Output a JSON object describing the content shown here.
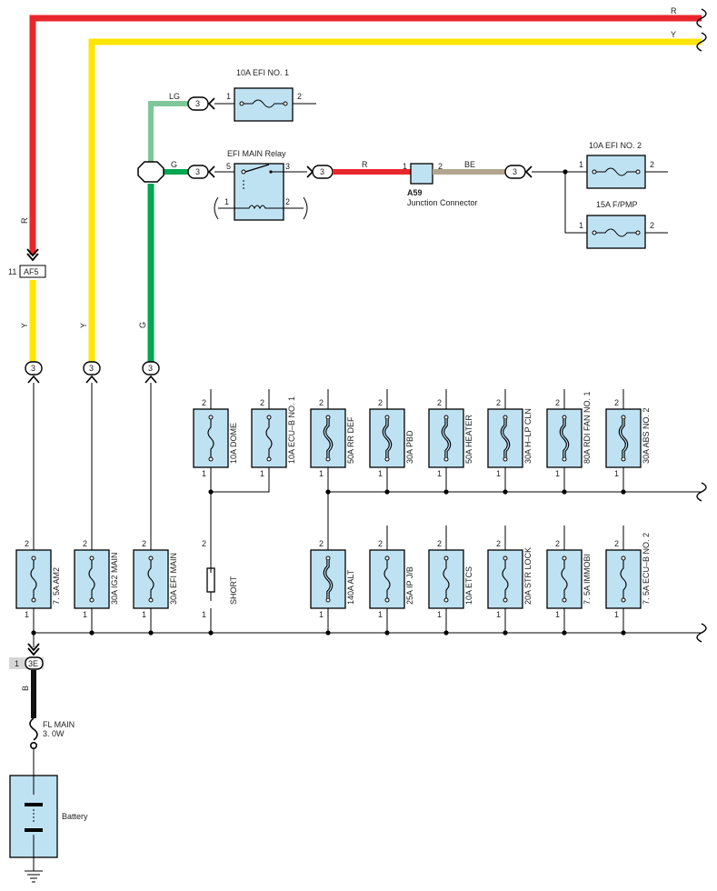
{
  "wire_colors": {
    "R": "#e8272c",
    "Y": "#ffe500",
    "LG": "#7fc79a",
    "G": "#00a651",
    "BE": "#b3a68f",
    "B": "#111111"
  },
  "wire_labels": {
    "top_R": "R",
    "top_Y": "Y",
    "left_R": "R",
    "left_Y": "Y",
    "mid_Y": "Y",
    "mid_G": "G",
    "lg": "LG",
    "g": "G",
    "relay_out": "R",
    "be": "BE",
    "ground_b": "B"
  },
  "connectors": {
    "af5_pin": "11",
    "af5": "AF5",
    "c3": "3",
    "j3e_pin": "1",
    "j3e": "3E"
  },
  "top_components": {
    "efi1": {
      "label": "10A EFI NO. 1",
      "pin1": "1",
      "pin2": "2"
    },
    "relay": {
      "label": "EFI MAIN Relay",
      "pin5": "5",
      "pin3": "3",
      "pin1": "1",
      "pin2": "2"
    },
    "a59": {
      "code": "A59",
      "name": "Junction Connector",
      "pin1": "1",
      "pin2": "2"
    },
    "efi2": {
      "label": "10A EFI NO. 2",
      "pin1": "1",
      "pin2": "2"
    },
    "fpmp": {
      "label": "15A F/PMP",
      "pin1": "1",
      "pin2": "2"
    }
  },
  "fuses_upper": [
    {
      "label": "10A DOME"
    },
    {
      "label": "10A ECU–B NO. 1"
    },
    {
      "label": "50A RR DEF"
    },
    {
      "label": "30A PBD"
    },
    {
      "label": "50A HEATER"
    },
    {
      "label": "30A H–LP CLN"
    },
    {
      "label": "80A RDI FAN NO. 1"
    },
    {
      "label": "30A ABS NO. 2"
    }
  ],
  "fuses_lower": [
    {
      "label": "7. 5A AM2"
    },
    {
      "label": "30A IG2 MAIN"
    },
    {
      "label": "30A EFI MAIN"
    },
    {
      "label": "SHORT"
    },
    {
      "label": "140A ALT"
    },
    {
      "label": "25A IP J/B"
    },
    {
      "label": "10A ETCS"
    },
    {
      "label": "20A STR LOCK"
    },
    {
      "label": "7. 5A IMMOBI"
    },
    {
      "label": "7. 5A ECU–B NO. 2"
    }
  ],
  "pin_labels": {
    "p1": "1",
    "p2": "2"
  },
  "fl_main": {
    "line1": "FL MAIN",
    "line2": "3. 0W"
  },
  "battery": {
    "label": "Battery"
  }
}
